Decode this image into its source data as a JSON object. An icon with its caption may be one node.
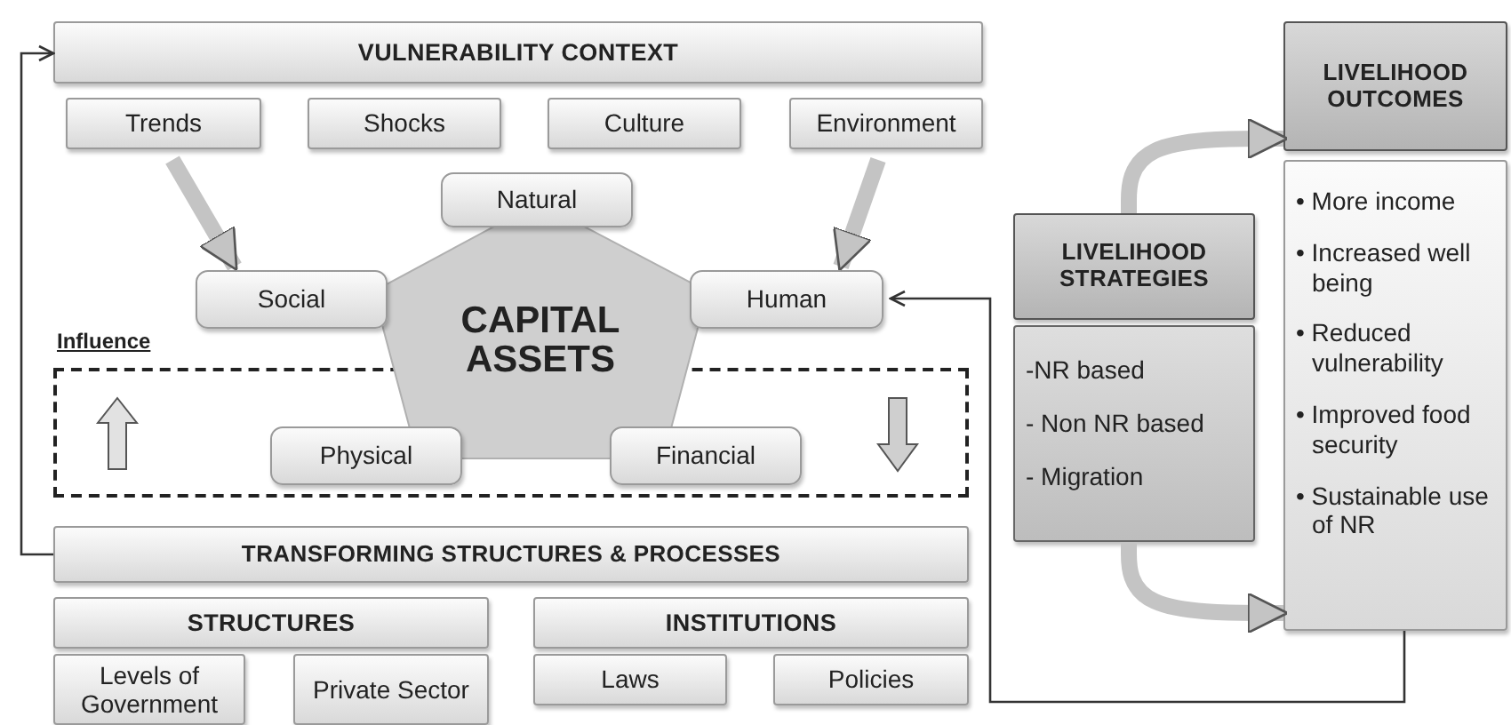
{
  "diagram": {
    "nodes": [
      {
        "text": [
          "VULNERABILITY CONTEXT"
        ]
      },
      {
        "text": [
          "Trends"
        ]
      },
      {
        "text": [
          "Shocks"
        ]
      },
      {
        "text": [
          "Culture"
        ]
      },
      {
        "text": [
          "Environment"
        ]
      },
      {
        "text": [
          "Natural"
        ]
      },
      {
        "text": [
          "Social"
        ]
      },
      {
        "text": [
          "CAPITAL ASSETS"
        ]
      },
      {
        "text": [
          "Human"
        ]
      },
      {
        "text": [
          "Influence"
        ]
      },
      {
        "text": [
          "Physical"
        ],
        "in": 9
      },
      {
        "text": [
          "Financial"
        ],
        "in": 9
      },
      {
        "text": [
          "LIVELIHOOD STRATEGIES"
        ]
      },
      {
        "text": [
          "-NR based",
          "- Non NR based",
          "- Migration"
        ]
      },
      {
        "text": [
          "LIVELIHOOD OUTCOMES"
        ]
      },
      {
        "text": [
          "• More income",
          "• Increased well being",
          "• Reduced vulnerability",
          "• Improved food security",
          "• Sustainable use of NR"
        ]
      },
      {
        "text": [
          "TRANSFORMING STRUCTURES & PROCESSES"
        ]
      },
      {
        "text": [
          "STRUCTURES"
        ]
      },
      {
        "text": [
          "INSTITUTIONS"
        ]
      },
      {
        "text": [
          "Levels of Government"
        ]
      },
      {
        "text": [
          "Private Sector"
        ]
      },
      {
        "text": [
          "Laws"
        ]
      },
      {
        "text": [
          "Policies"
        ]
      }
    ],
    "edges": [
      {
        "from": 1,
        "to": 6,
        "arrow": "to"
      },
      {
        "from": 4,
        "to": 8,
        "arrow": "to"
      },
      {
        "from": 12,
        "to": 14,
        "arrow": "to"
      },
      {
        "from": 13,
        "to": 15,
        "arrow": "to"
      },
      {
        "from": 15,
        "to": 8,
        "arrow": "to",
        "color": "#333333"
      },
      {
        "from": 16,
        "to": 0,
        "arrow": "to",
        "color": "#333333"
      }
    ]
  }
}
